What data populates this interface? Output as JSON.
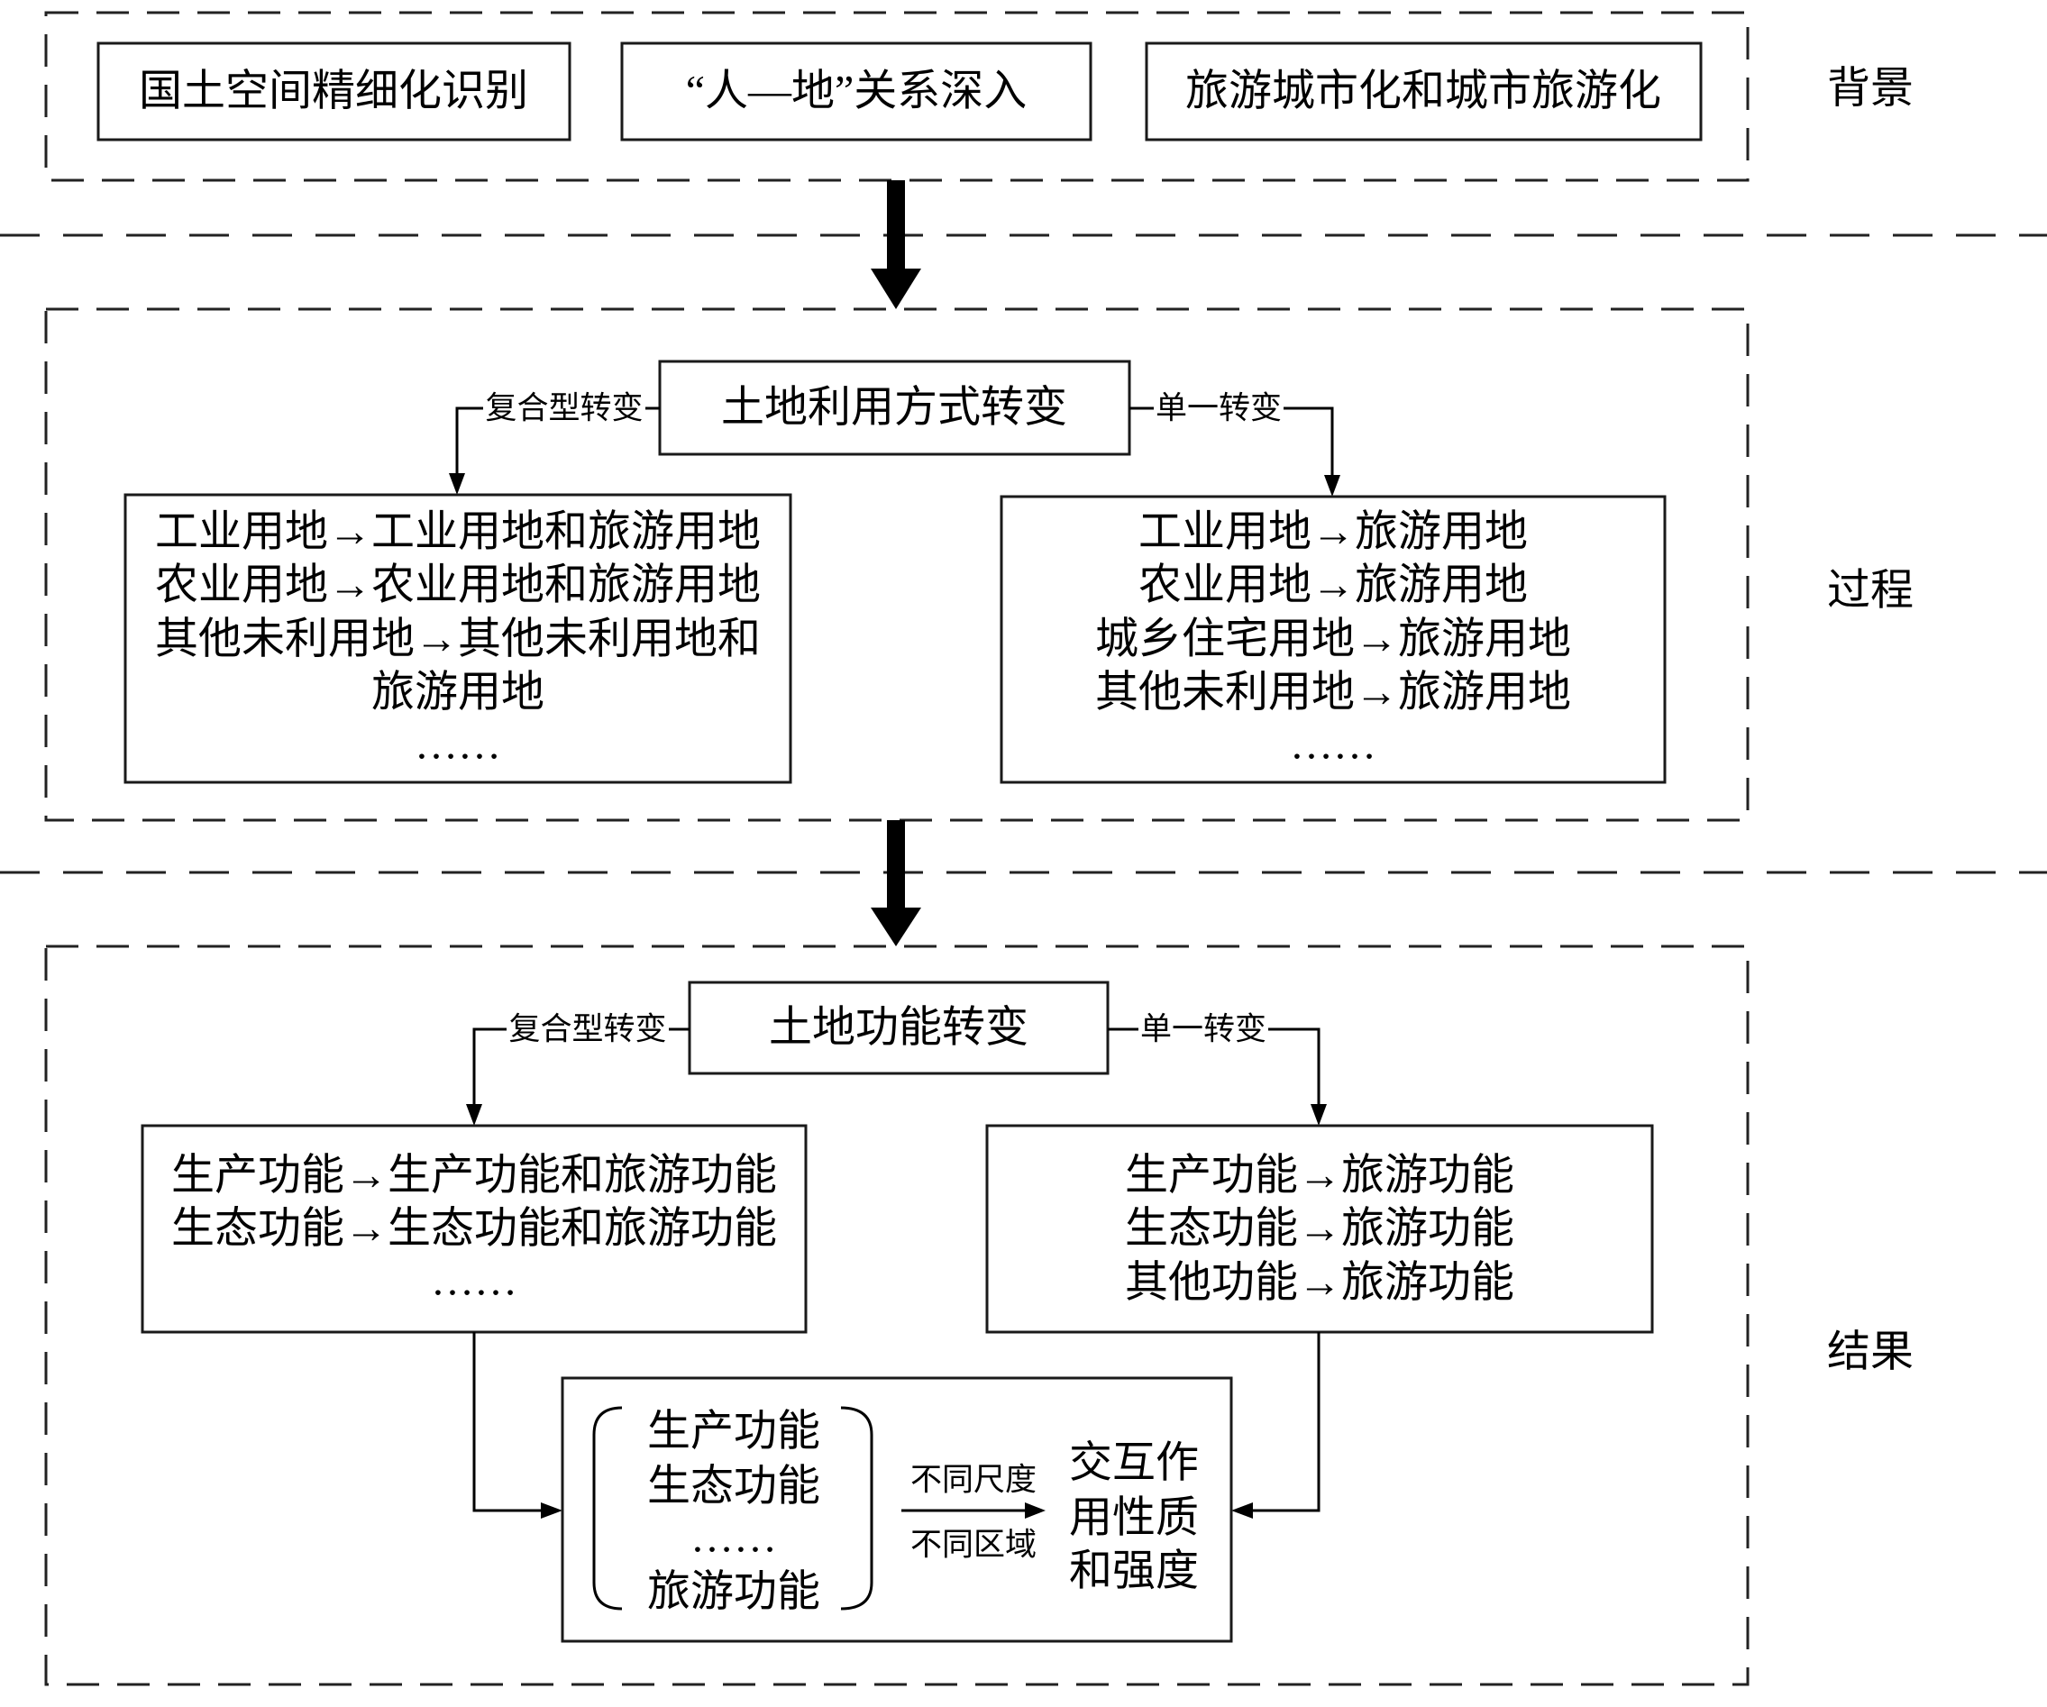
{
  "background": {
    "label": "背景",
    "items": [
      "国土空间精细化识别",
      "“人—地”关系深入",
      "旅游城市化和城市旅游化"
    ]
  },
  "process": {
    "label": "过程",
    "center": "土地利用方式转变",
    "left_branch_label": "复合型转变",
    "right_branch_label": "单一转变",
    "left_lines": [
      "工业用地→工业用地和旅游用地",
      "农业用地→农业用地和旅游用地",
      "其他未利用地→其他未利用地和",
      "旅游用地",
      "……"
    ],
    "right_lines": [
      "工业用地→旅游用地",
      "农业用地→旅游用地",
      "城乡住宅用地→旅游用地",
      "其他未利用地→旅游用地",
      "……"
    ]
  },
  "result": {
    "label": "结果",
    "center": "土地功能转变",
    "left_branch_label": "复合型转变",
    "right_branch_label": "单一转变",
    "left_lines": [
      "生产功能→生产功能和旅游功能",
      "生态功能→生态功能和旅游功能",
      "……"
    ],
    "right_lines": [
      "生产功能→旅游功能",
      "生态功能→旅游功能",
      "其他功能→旅游功能"
    ],
    "synthesis": {
      "functions": [
        "生产功能",
        "生态功能",
        "……",
        "旅游功能"
      ],
      "arrow_top_label": "不同尺度",
      "arrow_bottom_label": "不同区域",
      "outcome_lines": [
        "交互作",
        "用性质",
        "和强度"
      ]
    }
  }
}
